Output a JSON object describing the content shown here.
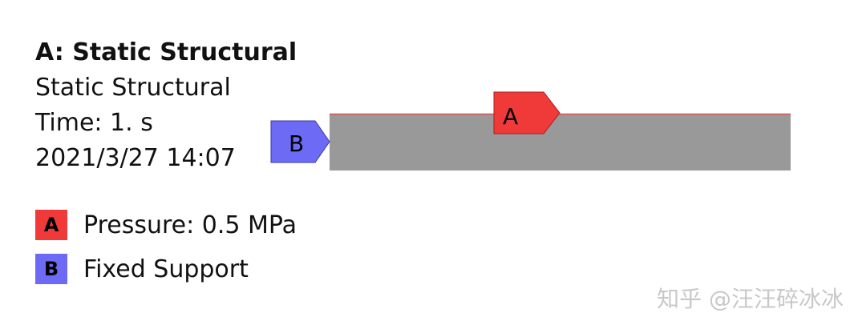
{
  "header": {
    "title": "A: Static Structural",
    "analysis_type": "Static Structural",
    "time": "Time: 1. s",
    "datetime": "2021/3/27 14:07"
  },
  "markers": {
    "a": {
      "letter": "A",
      "color": "#f03a3a"
    },
    "b": {
      "letter": "B",
      "color": "#6d6af5"
    }
  },
  "beam_color": "#999999",
  "legend": [
    {
      "letter": "A",
      "label": "Pressure: 0.5 MPa",
      "color": "#f03a3a"
    },
    {
      "letter": "B",
      "label": "Fixed Support",
      "color": "#6d6af5"
    }
  ],
  "watermark": "知乎 @汪汪碎冰冰"
}
